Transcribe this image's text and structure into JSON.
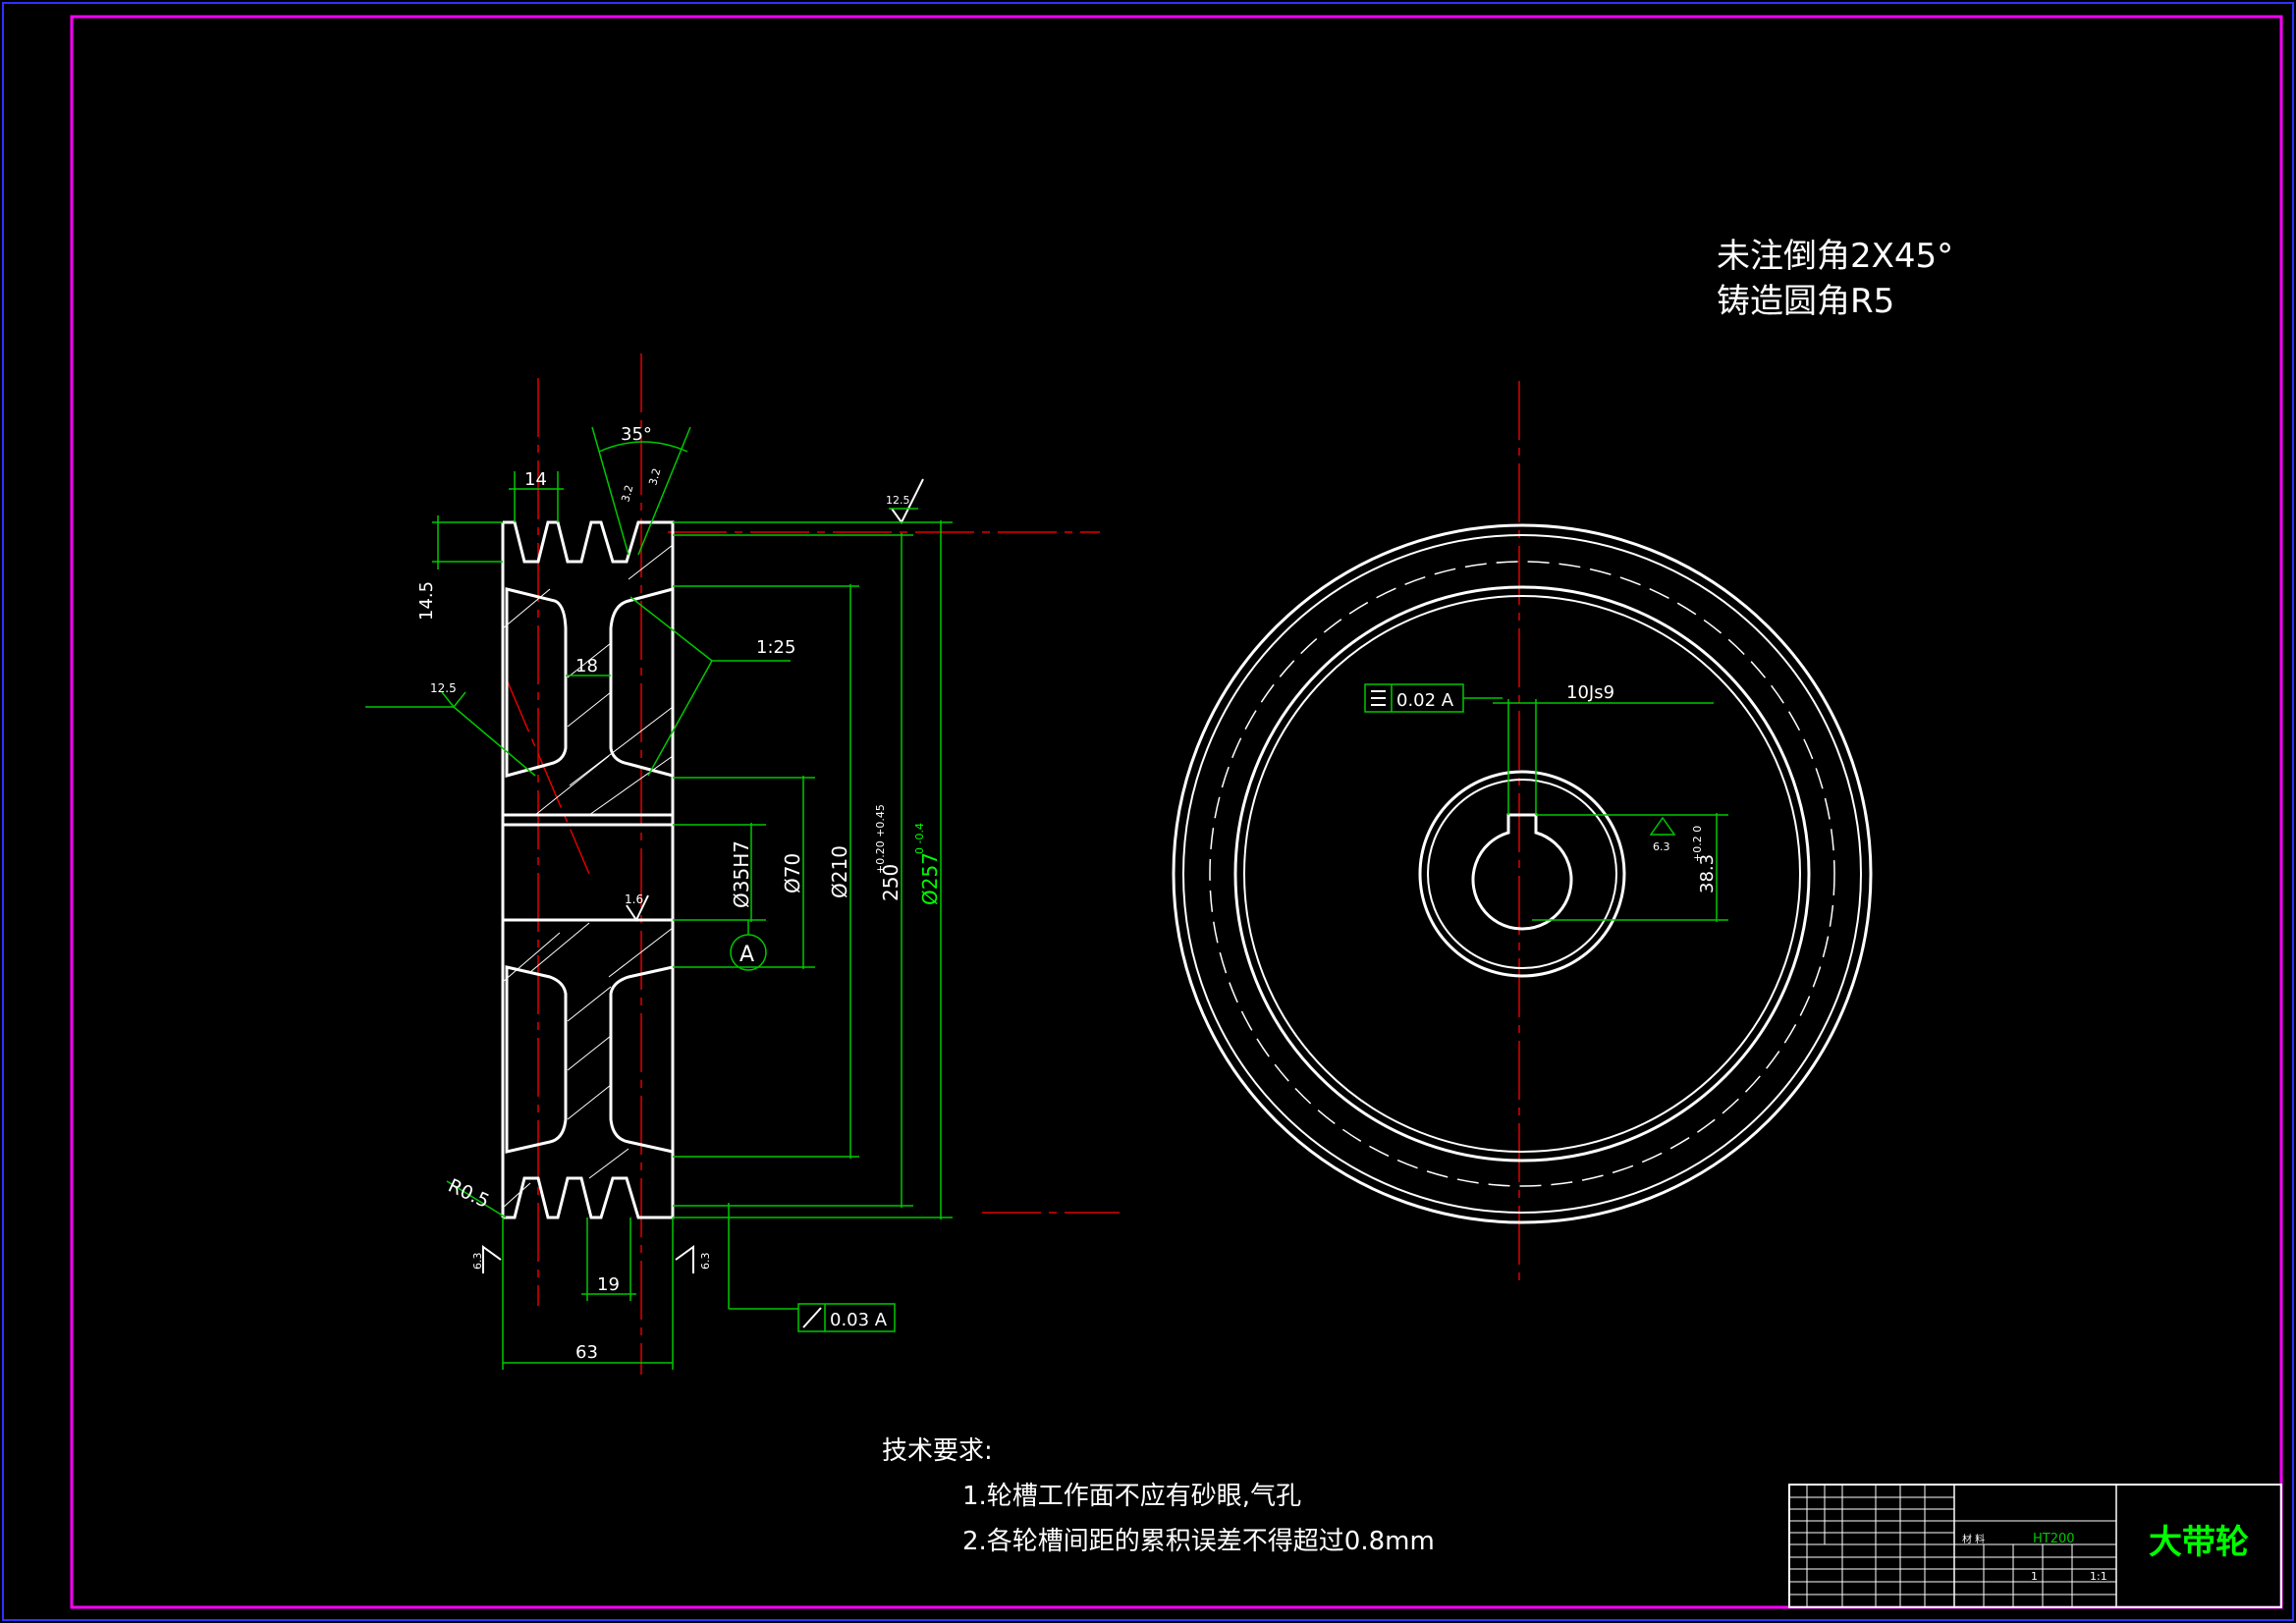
{
  "notes": {
    "chamfer": "未注倒角2X45°",
    "fillet": "铸造圆角R5"
  },
  "dimensions": {
    "groove_angle": "35°",
    "groove_pitch_top": "14",
    "groove_depth": "14.5",
    "web_thickness": "18",
    "taper": "1:25",
    "roughness_left": "12.5",
    "roughness_top": "12.5",
    "roughness_groove_a": "3.2",
    "roughness_groove_b": "3.2",
    "roughness_bore": "1.6",
    "roughness_face_left": "6.3",
    "roughness_face_right": "6.3",
    "roughness_keyway": "6.3",
    "bore": "Ø35H7",
    "hub": "Ø70",
    "rim_inner": "Ø210",
    "pitch_dia": "250",
    "pitch_dia_tol": "+0.20 +0.45",
    "outside_dia": "Ø257",
    "outside_dia_tol": "0 -0.4",
    "pitch_bottom": "19",
    "width": "63",
    "fillet_radius": "R0.5",
    "datum": "A",
    "runout": "0.03 A",
    "symmetry": "0.02 A",
    "keyway_width": "10Js9",
    "keyway_depth": "38.3",
    "keyway_depth_tol": "+0.2 0"
  },
  "tech_requirements": {
    "heading": "技术要求:",
    "item1": "1.轮槽工作面不应有砂眼,气孔",
    "item2": "2.各轮槽间距的累积误差不得超过0.8mm"
  },
  "title_block": {
    "part_name": "大带轮",
    "material_label": "材 料",
    "material": "HT200",
    "scale": "1:1",
    "quantity": "1"
  },
  "colors": {
    "background": "#000000",
    "border": "#ff00ff",
    "outline": "#ffffff",
    "dimension": "#00c800",
    "centerline": "#e00000"
  }
}
